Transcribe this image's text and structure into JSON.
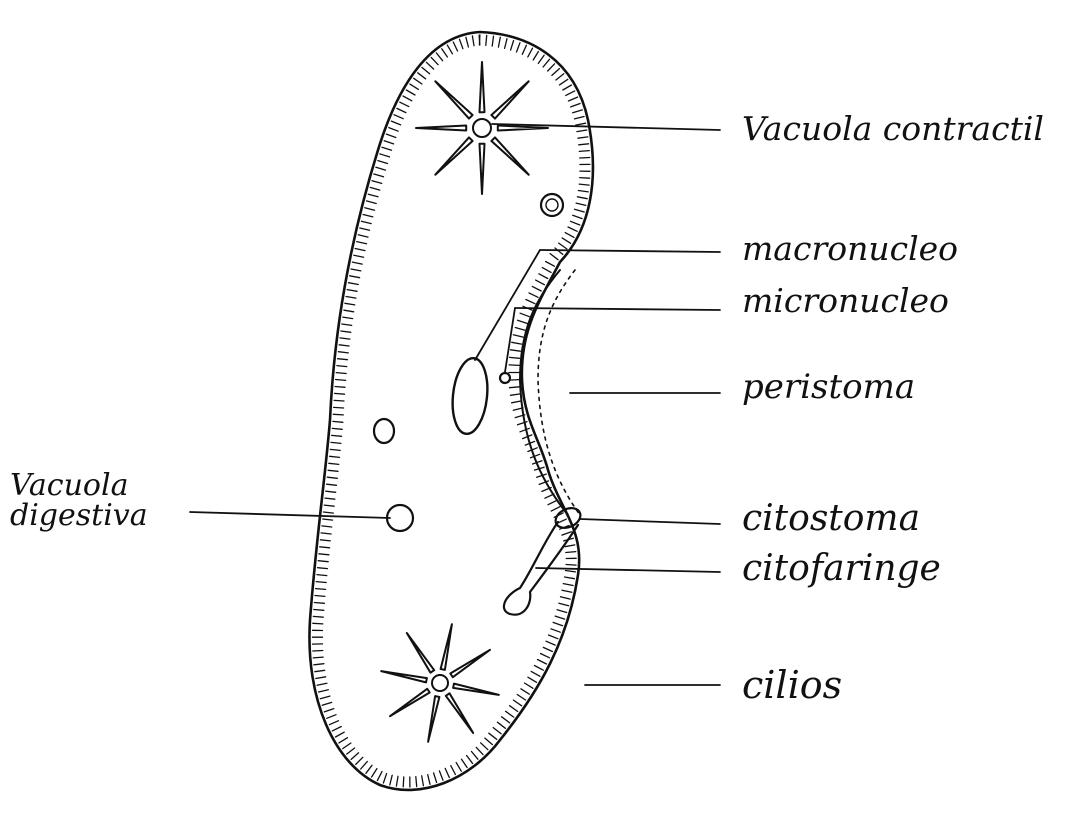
{
  "labels": {
    "contractile_vacuole": "Vacuola contractil",
    "macronucleus": "macronucleo",
    "micronucleus": "micronucleo",
    "peristome": "peristoma",
    "digestive_vacuole_line1": "Vacuola",
    "digestive_vacuole_line2": "digestiva",
    "cytostome": "citostoma",
    "cytopharynx": "citofaringe",
    "cilia": "cilios"
  },
  "colors": {
    "ink": "#111111",
    "background": "#ffffff"
  }
}
